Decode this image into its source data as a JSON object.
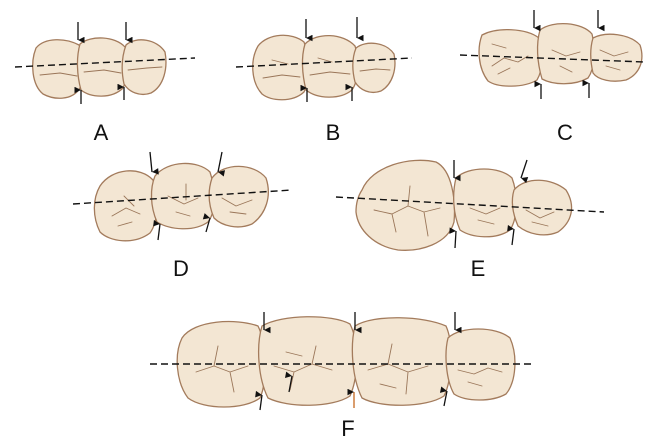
{
  "colors": {
    "tooth_fill": "#f3e6d3",
    "tooth_outline": "#a37b5c",
    "groove": "#9a7659",
    "axis_line": "#111111",
    "arrow": "#111111",
    "accent_arrow": "#c7681f",
    "label": "#111111",
    "background": "#ffffff"
  },
  "icons": {
    "contact_arrow": "arrow-icon"
  },
  "panels": [
    {
      "id": "A",
      "label": "A",
      "tooth_count": 3
    },
    {
      "id": "B",
      "label": "B",
      "tooth_count": 3
    },
    {
      "id": "C",
      "label": "C",
      "tooth_count": 3
    },
    {
      "id": "D",
      "label": "D",
      "tooth_count": 3
    },
    {
      "id": "E",
      "label": "E",
      "tooth_count": 3
    },
    {
      "id": "F",
      "label": "F",
      "tooth_count": 4
    }
  ]
}
